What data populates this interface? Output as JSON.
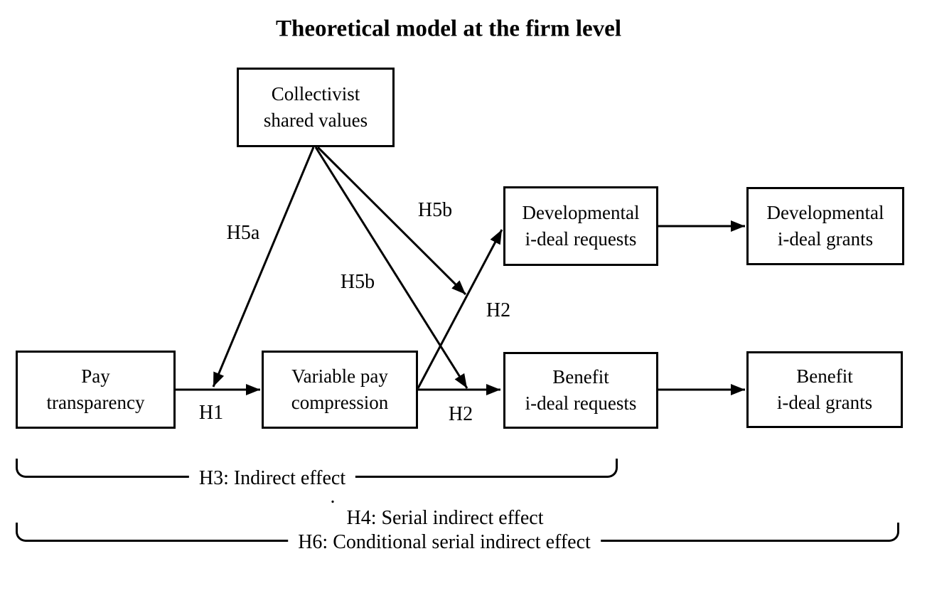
{
  "title": "Theoretical model at the firm level",
  "nodes": {
    "collectivist": {
      "label": "Collectivist\nshared values"
    },
    "pay_transparency": {
      "label": "Pay\ntransparency"
    },
    "variable_pay_compression": {
      "label": "Variable pay\ncompression"
    },
    "developmental_ideal_requests": {
      "label": "Developmental\ni-deal requests"
    },
    "developmental_ideal_grants": {
      "label": "Developmental\ni-deal grants"
    },
    "benefit_ideal_requests": {
      "label": "Benefit\ni-deal requests"
    },
    "benefit_ideal_grants": {
      "label": "Benefit\ni-deal grants"
    }
  },
  "path_labels": {
    "h1": "H1",
    "h2_diagonal": "H2",
    "h2_horizontal": "H2",
    "h5a": "H5a",
    "h5b_upper": "H5b",
    "h5b_lower": "H5b"
  },
  "effect_labels": {
    "h3": "H3: Indirect effect",
    "h4": "H4: Serial indirect effect",
    "h6": "H6: Conditional serial indirect effect"
  },
  "artifacts": {
    "stray_period": "."
  },
  "colors": {
    "line": "#000000",
    "text": "#000000",
    "background": "#ffffff"
  }
}
